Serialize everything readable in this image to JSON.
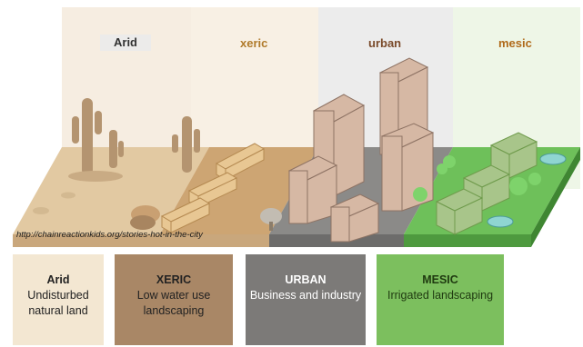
{
  "zones": [
    {
      "header": "Arid",
      "header_color": "#333333",
      "card_title": "Arid",
      "card_lines": [
        "Undisturbed",
        "natural land"
      ],
      "card_color": "#f3e7d2",
      "card_text_color": "#222222"
    },
    {
      "header": "xeric",
      "header_color": "#b07a2a",
      "card_title": "XERIC",
      "card_lines": [
        "Low water use",
        "landscaping"
      ],
      "card_color": "#a98766",
      "card_text_color": "#222222"
    },
    {
      "header": "urban",
      "header_color": "#7a4a2a",
      "card_title": "URBAN",
      "card_lines": [
        "Business and industry"
      ],
      "card_color": "#7c7a78",
      "card_text_color": "#ffffff"
    },
    {
      "header": "mesic",
      "header_color": "#b06a1a",
      "card_title": "MESIC",
      "card_lines": [
        "Irrigated landscaping"
      ],
      "card_color": "#7cbf5e",
      "card_text_color": "#1f3a10"
    }
  ],
  "source_credit": "http://chainreactionkids.org/stories-hot-in-the-city"
}
